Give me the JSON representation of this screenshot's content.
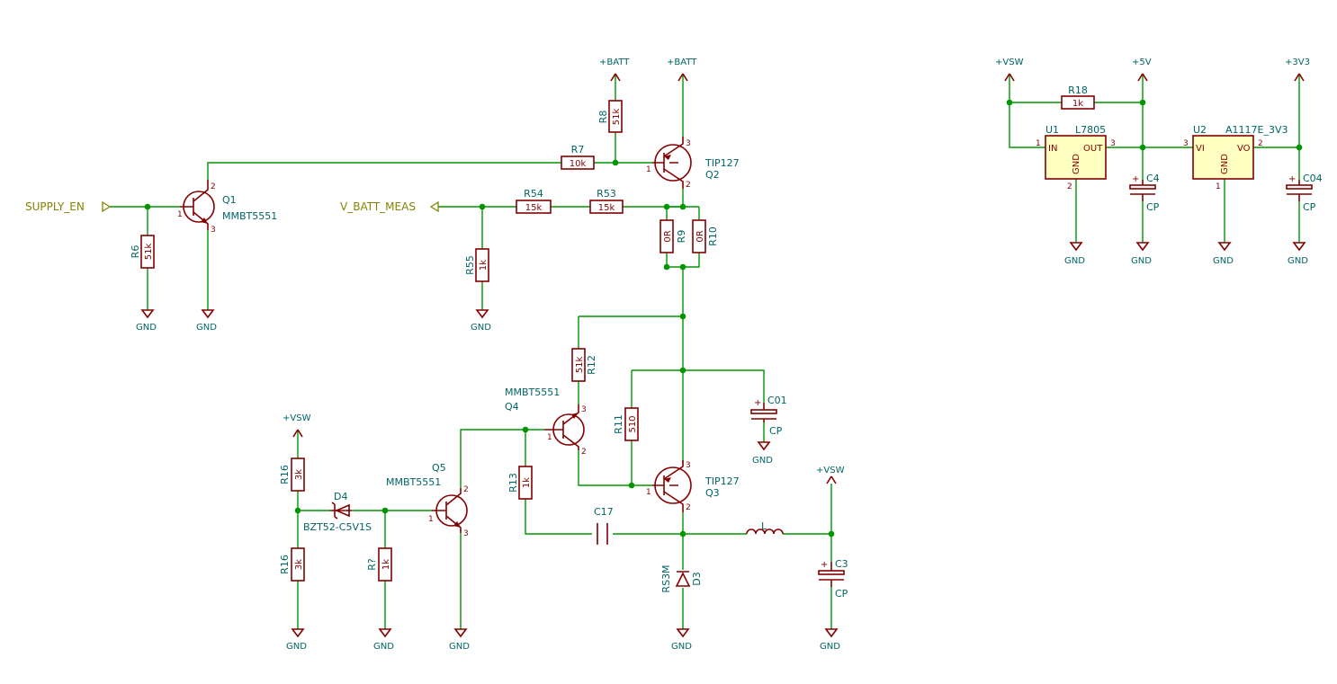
{
  "labels": {
    "supply_en": "SUPPLY_EN",
    "v_batt_meas": "V_BATT_MEAS"
  },
  "power": {
    "batt": "+BATT",
    "vsw": "+VSW",
    "v5": "+5V",
    "v3v3": "+3V3",
    "gnd": "GND"
  },
  "parts": {
    "R6": {
      "ref": "R6",
      "value": "51k"
    },
    "R7": {
      "ref": "R7",
      "value": "10k"
    },
    "R8": {
      "ref": "R8",
      "value": "51k"
    },
    "R9": {
      "ref": "R9",
      "value": "0R"
    },
    "R10": {
      "ref": "R10",
      "value": "0R"
    },
    "R11": {
      "ref": "R11",
      "value": "510"
    },
    "R12": {
      "ref": "R12",
      "value": "51k"
    },
    "R13": {
      "ref": "R13",
      "value": "1k"
    },
    "R16a": {
      "ref": "R16",
      "value": "3k"
    },
    "R16b": {
      "ref": "R16",
      "value": "3k"
    },
    "R18": {
      "ref": "R18",
      "value": "1k"
    },
    "R53": {
      "ref": "R53",
      "value": "15k"
    },
    "R54": {
      "ref": "R54",
      "value": "15k"
    },
    "R55": {
      "ref": "R55",
      "value": "1k"
    },
    "Rq": {
      "ref": "R?",
      "value": "1k"
    },
    "Q1": {
      "ref": "Q1",
      "value": "MMBT5551"
    },
    "Q2": {
      "ref": "Q2",
      "value": "TIP127"
    },
    "Q3": {
      "ref": "Q3",
      "value": "TIP127"
    },
    "Q4": {
      "ref": "Q4",
      "value": "MMBT5551"
    },
    "Q5": {
      "ref": "Q5",
      "value": "MMBT5551"
    },
    "D3": {
      "ref": "D3",
      "value": "RS3M"
    },
    "D4": {
      "ref": "D4",
      "value": "BZT52-C5V1S"
    },
    "C01": {
      "ref": "C01",
      "value": "CP"
    },
    "C3": {
      "ref": "C3",
      "value": "CP"
    },
    "C4": {
      "ref": "C4",
      "value": "CP"
    },
    "C04": {
      "ref": "C04",
      "value": "CP"
    },
    "C17": {
      "ref": "C17",
      "value": ""
    },
    "L": {
      "ref": "L",
      "value": ""
    },
    "U1": {
      "ref": "U1",
      "value": "L7805",
      "pin_in": "IN",
      "pin_out": "OUT",
      "pin_gnd": "GND"
    },
    "U2": {
      "ref": "U2",
      "value": "A1117E_3V3",
      "pin_in": "VI",
      "pin_out": "VO",
      "pin_gnd": "GND"
    }
  },
  "pins": {
    "p1": "1",
    "p2": "2",
    "p3": "3",
    "plus": "+"
  }
}
